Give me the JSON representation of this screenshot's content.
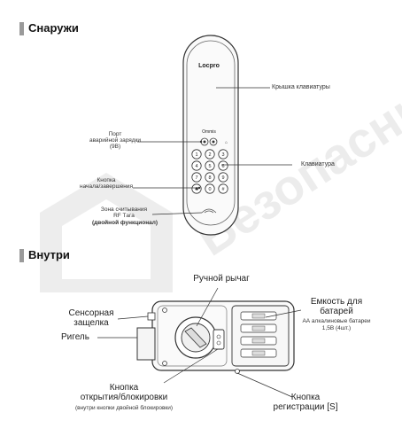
{
  "outside": {
    "title": "Снаружи",
    "brand": "Locpro",
    "sensor_brand": "Ommis",
    "keys": [
      "1",
      "2",
      "3",
      "4",
      "5",
      "6",
      "7",
      "8",
      "9",
      "✱",
      "0",
      "#"
    ],
    "labels": {
      "cover": "Крышка клавиатуры",
      "port_line1": "Порт",
      "port_line2": "аварийной зарядки",
      "port_line3": "(9В)",
      "keypad": "Клавиатура",
      "button_line1": "Кнопка",
      "button_line2": "начала/завершения",
      "rf_line1": "Зона считывания",
      "rf_line2": "RF Tага",
      "rf_line3": "(двойной функционал)"
    }
  },
  "inside": {
    "title": "Внутри",
    "labels": {
      "manual_lever": "Ручной рычаг",
      "battery_line1": "Емкость для",
      "battery_line2": "батарей",
      "battery_sub1": "АА алкалиновые батареи",
      "battery_sub2": "1,5В (4шт.)",
      "sensor_line1": "Сенсорная",
      "sensor_line2": "защелка",
      "bolt": "Ригель",
      "open_line1": "Кнопка",
      "open_line2": "открытия/блокировки",
      "open_sub": "(внутри кнопки двойной блокировки)",
      "reg_line1": "Кнопка",
      "reg_line2": "регистрации [S]"
    }
  },
  "watermark": "Безопасный дом"
}
